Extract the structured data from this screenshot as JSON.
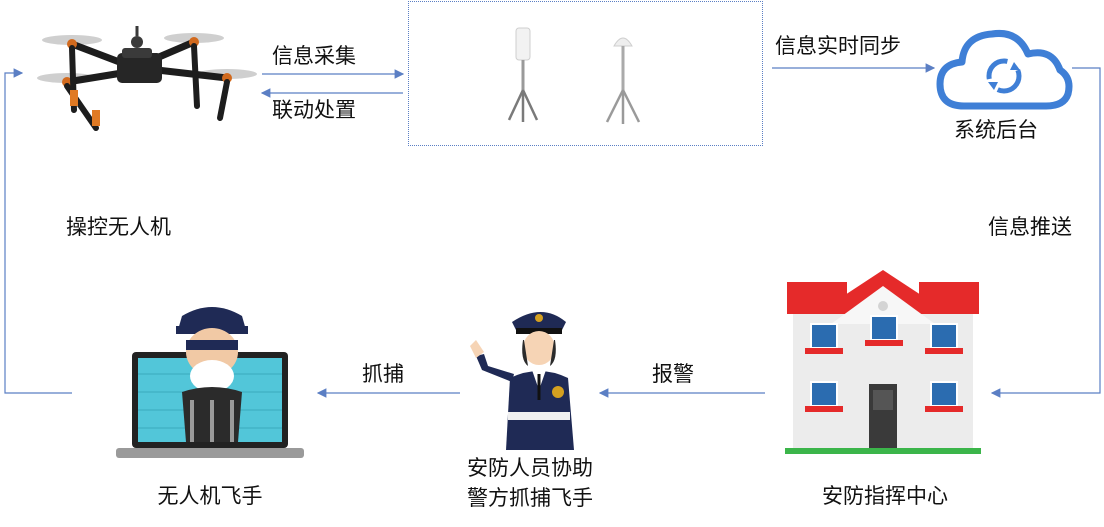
{
  "labels": {
    "collect": "信息采集",
    "linkage": "联动处置",
    "sync": "信息实时同步",
    "backend": "系统后台",
    "push": "信息推送",
    "control": "操控无人机",
    "alarm": "报警",
    "capture": "抓捕",
    "security_line1": "安防人员协助",
    "security_line2": "警方抓捕飞手",
    "pilot": "无人机飞手",
    "command": "安防指挥中心"
  },
  "colors": {
    "line": "#5b7fc4",
    "cloud": "#3f7fd6",
    "roof": "#e52a2a",
    "screen": "#52c6d9"
  },
  "icons": [
    "drone-icon",
    "detector-antenna-icon",
    "cloud-sync-icon",
    "building-icon",
    "police-icon",
    "thief-laptop-icon"
  ]
}
